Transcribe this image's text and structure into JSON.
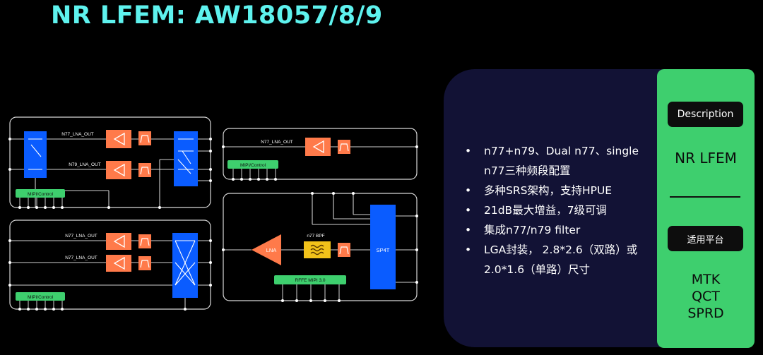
{
  "title": "NR LFEM: AW18057/8/9",
  "diagram": {
    "labels": {
      "n77_lna_out": "N77_LNA_OUT",
      "n79_lna_out": "N79_LNA_OUT",
      "mipi_control": "MIPI/Control",
      "lna": "LNA",
      "n77_bpf": "n77 BPF",
      "sp4t": "SP4T",
      "rffe_mipi": "RFFE MIPI 3.0"
    },
    "colors": {
      "switch": "#0a5cff",
      "amplifier": "#ff7a4a",
      "control": "#3ecf6e",
      "bpf": "#f2c21a",
      "frame": "#d8d8d8"
    }
  },
  "features": [
    "n77+n79、Dual n77、single n77三种频段配置",
    "多种SRS架构，支持HPUE",
    "21dB最大增益，7级可调",
    "集成n77/n79 filter",
    "LGA封装， 2.8*2.6（双路）或 2.0*1.6（单路）尺寸"
  ],
  "sidebar": {
    "description_label": "Description",
    "description_value": "NR LFEM",
    "platform_label": "适用平台",
    "platforms": [
      "MTK",
      "QCT",
      "SPRD"
    ]
  }
}
